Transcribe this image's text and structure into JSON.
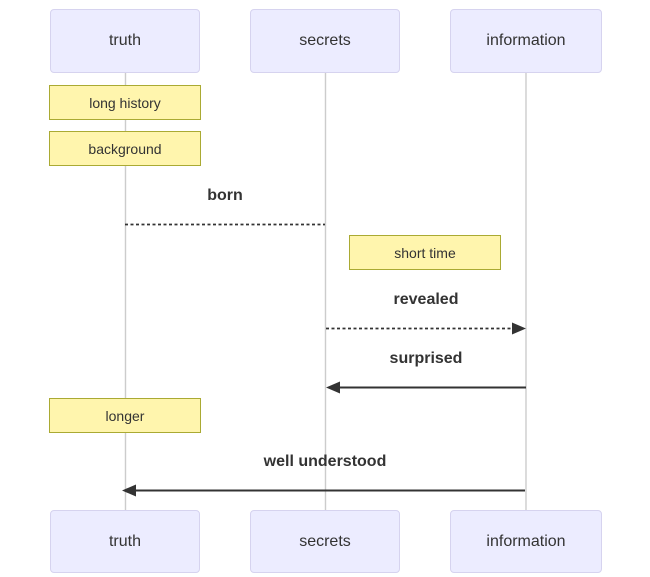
{
  "colors": {
    "background": "#ffffff",
    "actor_fill": "#ECECFF",
    "actor_border": "#D6D3EF",
    "note_fill": "#FFF5AD",
    "note_border": "#AAAA33",
    "line_color": "#333333",
    "lifeline_color": "#CCCCCC",
    "text_color": "#333333"
  },
  "actors": [
    {
      "id": "truth",
      "label": "truth"
    },
    {
      "id": "secrets",
      "label": "secrets"
    },
    {
      "id": "information",
      "label": "information"
    }
  ],
  "notes": [
    {
      "label": "long history",
      "over": "truth"
    },
    {
      "label": "background",
      "over": "truth"
    },
    {
      "label": "short time",
      "over": "between secrets and information"
    },
    {
      "label": "longer",
      "over": "truth"
    }
  ],
  "messages": [
    {
      "text": "born",
      "from": "truth",
      "to": "secrets",
      "line": "dotted",
      "arrowhead": "none"
    },
    {
      "text": "revealed",
      "from": "secrets",
      "to": "information",
      "line": "dotted",
      "arrowhead": "filled"
    },
    {
      "text": "surprised",
      "from": "information",
      "to": "secrets",
      "line": "solid",
      "arrowhead": "filled"
    },
    {
      "text": "well understood",
      "from": "information",
      "to": "truth",
      "line": "solid",
      "arrowhead": "filled"
    }
  ]
}
